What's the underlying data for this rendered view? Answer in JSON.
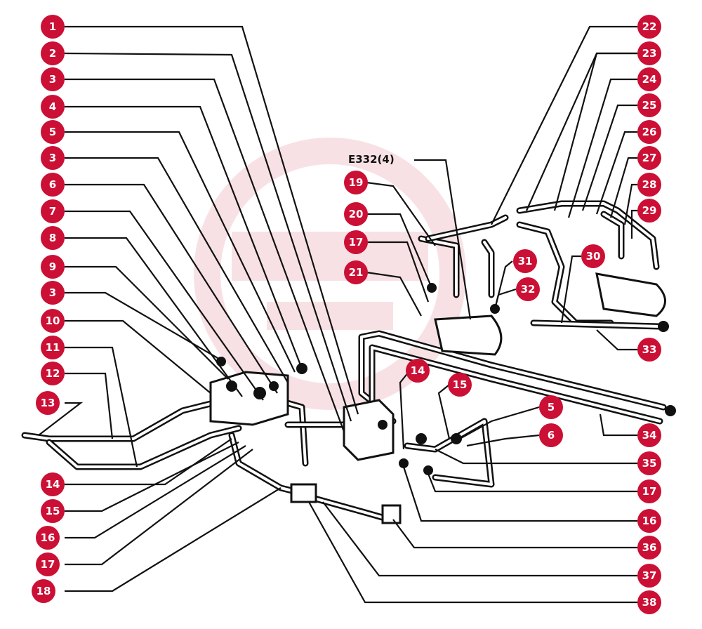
{
  "diagram": {
    "reference_label": "E332(4)",
    "callouts_left": [
      "1",
      "2",
      "3",
      "4",
      "5",
      "3",
      "6",
      "7",
      "8",
      "9",
      "3",
      "10",
      "11",
      "12",
      "13",
      "14",
      "15",
      "16",
      "17",
      "18"
    ],
    "callouts_right": [
      "22",
      "23",
      "24",
      "25",
      "26",
      "27",
      "28",
      "29",
      "30",
      "31",
      "32",
      "33",
      "34",
      "35",
      "17",
      "16",
      "36",
      "37",
      "38"
    ],
    "callouts_middle": [
      "19",
      "20",
      "17",
      "21",
      "14",
      "15",
      "5",
      "6"
    ],
    "colors": {
      "callout_fill": "#cc0f35",
      "callout_text": "#ffffff",
      "line": "#111111",
      "watermark": "#f3c9cf"
    }
  }
}
